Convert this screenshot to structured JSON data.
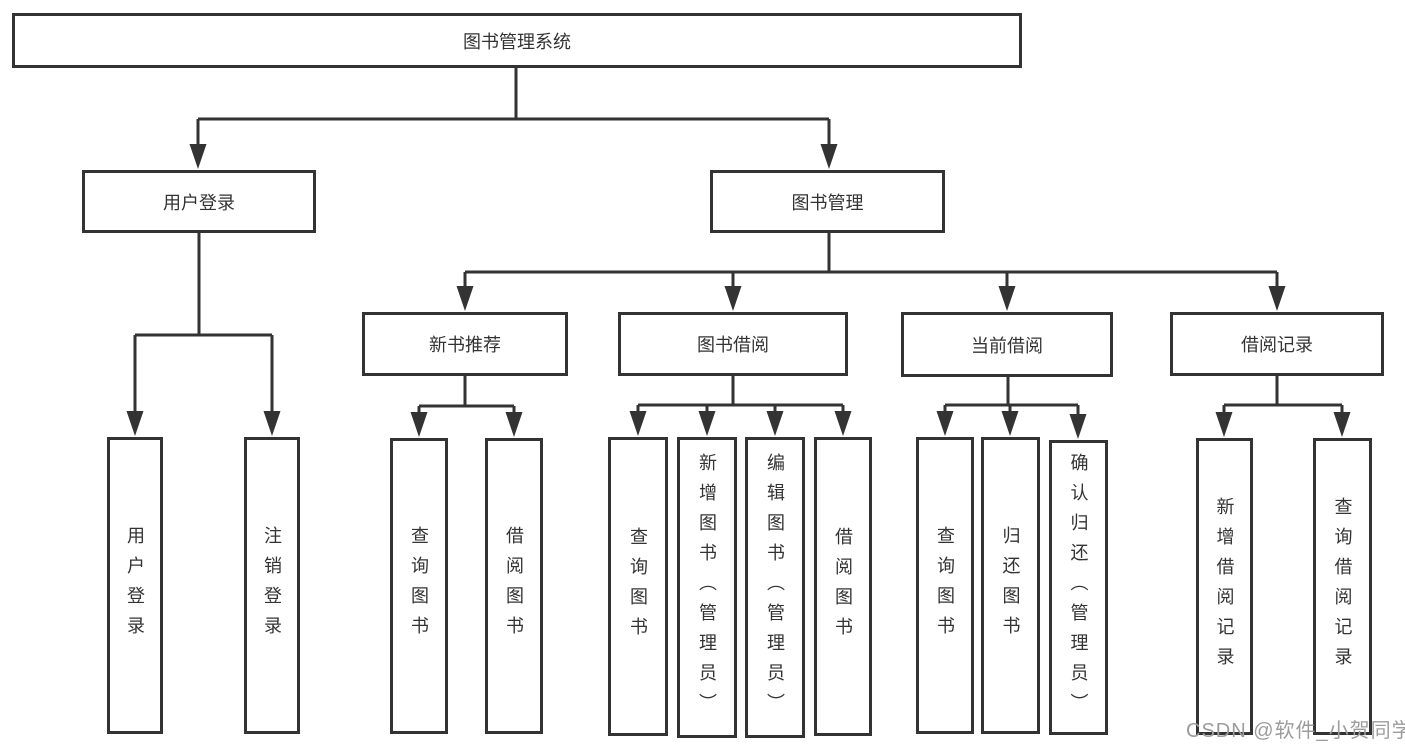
{
  "diagram": {
    "root": {
      "label": "图书管理系统"
    },
    "branches": [
      {
        "label": "用户登录",
        "children": [
          {
            "label": "用户登录"
          },
          {
            "label": "注销登录"
          }
        ]
      },
      {
        "label": "图书管理",
        "children": [
          {
            "label": "新书推荐",
            "children": [
              {
                "label": "查询图书"
              },
              {
                "label": "借阅图书"
              }
            ]
          },
          {
            "label": "图书借阅",
            "children": [
              {
                "label": "查询图书"
              },
              {
                "label": "新增图书（管理员）"
              },
              {
                "label": "编辑图书（管理员）"
              },
              {
                "label": "借阅图书"
              }
            ]
          },
          {
            "label": "当前借阅",
            "children": [
              {
                "label": "查询图书"
              },
              {
                "label": "归还图书"
              },
              {
                "label": "确认归还（管理员）"
              }
            ]
          },
          {
            "label": "借阅记录",
            "children": [
              {
                "label": "新增借阅记录"
              },
              {
                "label": "查询借阅记录"
              }
            ]
          }
        ]
      }
    ]
  },
  "watermark": {
    "text": "CSDN @软件_小贺同学"
  },
  "colors": {
    "line": "#333333",
    "text": "#333333",
    "box_background": "#ffffff",
    "watermark": "#9c9c9c"
  }
}
